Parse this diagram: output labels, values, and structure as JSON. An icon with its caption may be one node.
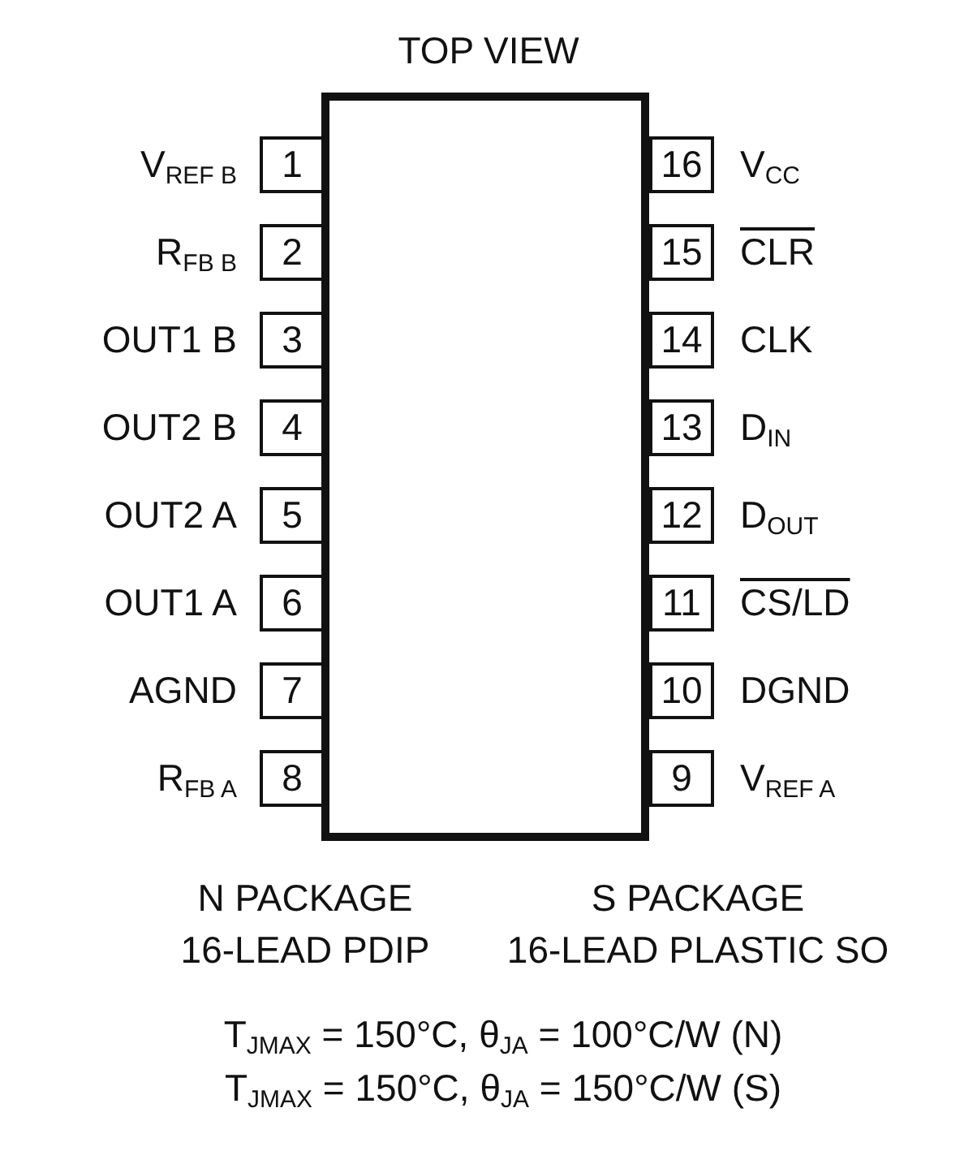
{
  "diagram": {
    "title": "TOP VIEW",
    "nodes": [
      {
        "text": [
          "1"
        ],
        "beside": [
          "V$_{REF B}$"
        ]
      },
      {
        "text": [
          "2"
        ],
        "beside": [
          "R$_{FB B}$"
        ]
      },
      {
        "text": [
          "3"
        ],
        "beside": [
          "OUT1 B"
        ]
      },
      {
        "text": [
          "4"
        ],
        "beside": [
          "OUT2 B"
        ]
      },
      {
        "text": [
          "5"
        ],
        "beside": [
          "OUT2 A"
        ]
      },
      {
        "text": [
          "6"
        ],
        "beside": [
          "OUT1 A"
        ]
      },
      {
        "text": [
          "7"
        ],
        "beside": [
          "AGND"
        ]
      },
      {
        "text": [
          "8"
        ],
        "beside": [
          "R$_{FB A}$"
        ]
      },
      {
        "text": [
          "16"
        ],
        "beside": [
          "V$_{CC}$"
        ]
      },
      {
        "text": [
          "15"
        ],
        "beside": [
          "CLR"
        ]
      },
      {
        "text": [
          "14"
        ],
        "beside": [
          "CLK"
        ]
      },
      {
        "text": [
          "13"
        ],
        "beside": [
          "D$_{IN}$"
        ]
      },
      {
        "text": [
          "12"
        ],
        "beside": [
          "D$_{OUT}$"
        ]
      },
      {
        "text": [
          "11"
        ],
        "beside": [
          "CS/LD"
        ]
      },
      {
        "text": [
          "10"
        ],
        "beside": [
          "DGND"
        ]
      },
      {
        "text": [
          "9"
        ],
        "beside": [
          "V$_{REF A}$"
        ]
      },
      {
        "text": [],
        "shape": "box"
      }
    ],
    "labels": [
      "N PACKAGE",
      "S PACKAGE",
      "16-LEAD PDIP",
      "16-LEAD PLASTIC SO",
      "T$_{JMAX}$ = 150°C, θ$_{JA}$ = 100°C/W (N)",
      "T$_{JMAX}$ = 150°C, θ$_{JA}$ = 150°C/W (S)"
    ]
  }
}
